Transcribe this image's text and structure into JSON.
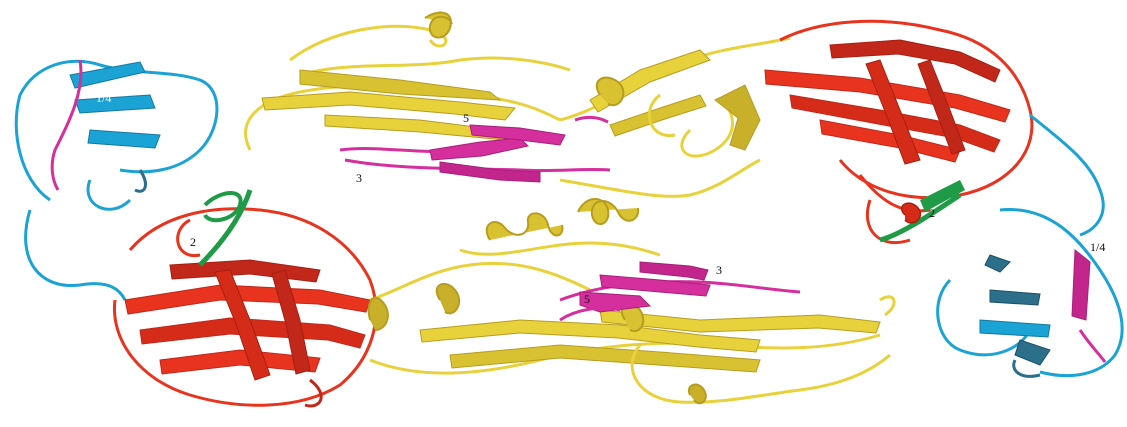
{
  "figure": {
    "colors": {
      "yellow": "#e8d23c",
      "yellow_dark": "#b79d1f",
      "red": "#e8331e",
      "red_dark": "#c2281a",
      "cyan": "#1aa3d4",
      "cyan_dark": "#2b6f8a",
      "magenta": "#d42f9c",
      "green": "#1f9b48"
    },
    "labels": {
      "left_1_4": "1/4",
      "top_5": "5",
      "top_3": "3",
      "left_2": "2",
      "right_2": "2",
      "bottom_3": "3",
      "bottom_5": "5",
      "right_1_4": "1/4"
    }
  }
}
